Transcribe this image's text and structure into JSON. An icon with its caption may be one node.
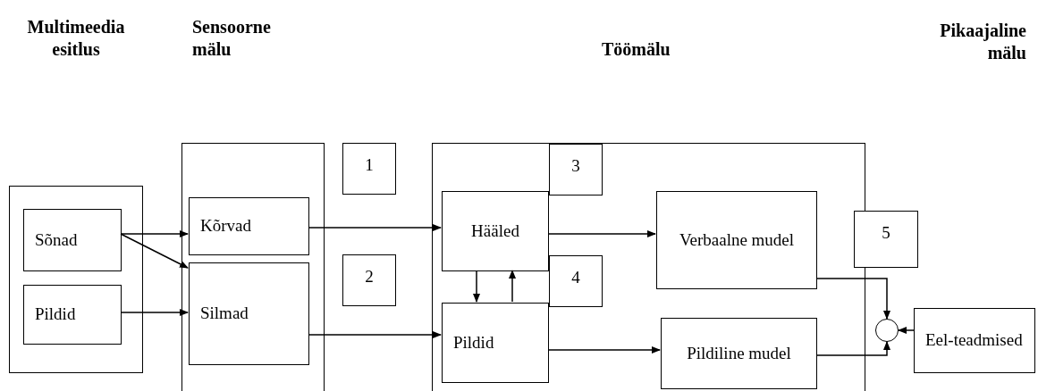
{
  "diagram": {
    "nodes": [
      {
        "text": [],
        "shape": "box"
      },
      {
        "text": [
          "Sõnad"
        ],
        "in": 0
      },
      {
        "text": [
          "Pildid"
        ],
        "in": 0
      },
      {
        "text": [],
        "shape": "box"
      },
      {
        "text": [
          "Kõrvad"
        ],
        "in": 3
      },
      {
        "text": [
          "Silmad"
        ],
        "in": 3
      },
      {
        "text": [],
        "shape": "box"
      },
      {
        "text": [
          "Hääled"
        ],
        "in": 6
      },
      {
        "text": [
          "Pildid"
        ],
        "in": 6
      },
      {
        "text": [
          "Verbaalne mudel"
        ],
        "in": 6
      },
      {
        "text": [
          "Pildiline mudel"
        ],
        "in": 6
      },
      {
        "text": [
          "1"
        ]
      },
      {
        "text": [
          "2"
        ]
      },
      {
        "text": [
          "3"
        ],
        "in": 6
      },
      {
        "text": [
          "4"
        ],
        "in": 6
      },
      {
        "text": [
          "5"
        ]
      },
      {
        "text": [],
        "shape": "circle"
      },
      {
        "text": [
          "Eel-teadmised"
        ]
      }
    ],
    "edges": [
      {
        "from": 1,
        "to": 4,
        "arrow": "to"
      },
      {
        "from": 1,
        "to": 5,
        "arrow": "to"
      },
      {
        "from": 2,
        "to": 5,
        "arrow": "to"
      },
      {
        "from": 4,
        "to": 7,
        "arrow": "to"
      },
      {
        "from": 5,
        "to": 8,
        "arrow": "to"
      },
      {
        "from": 7,
        "to": 9,
        "arrow": "to"
      },
      {
        "from": 7,
        "to": 8,
        "arrow": "to"
      },
      {
        "from": 8,
        "to": 7,
        "arrow": "to"
      },
      {
        "from": 8,
        "to": 10,
        "arrow": "to"
      },
      {
        "from": 9,
        "to": 16,
        "arrow": "to"
      },
      {
        "from": 10,
        "to": 16,
        "arrow": "to"
      },
      {
        "from": 17,
        "to": 16,
        "arrow": "to"
      }
    ],
    "labels": [
      "Multimeedia esitlus",
      "Sensoorne mälu",
      "Töömälu",
      "Pikaajaline mälu"
    ]
  }
}
